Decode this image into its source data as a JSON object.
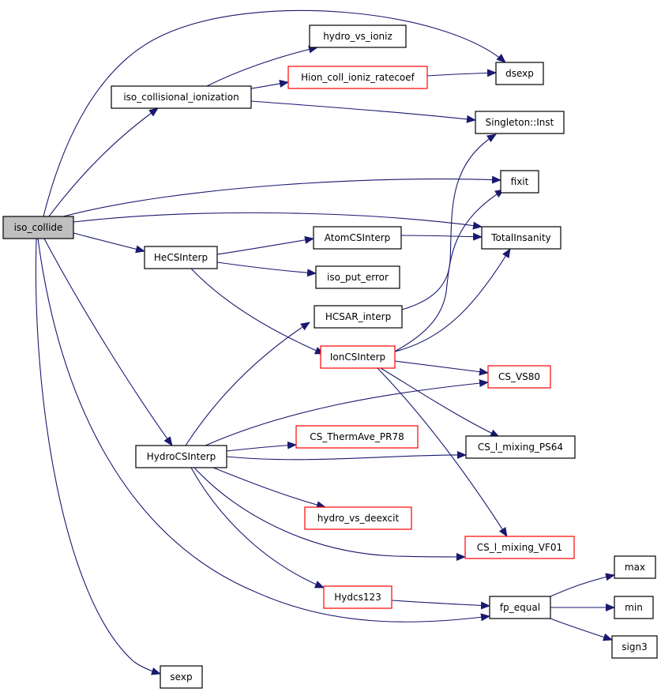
{
  "diagram": {
    "title": "",
    "colors": {
      "edge": "#191970",
      "node_fill_default": "#ffffff",
      "node_fill_root": "#bfbfbf",
      "node_border_default": "#000000",
      "node_border_highlight": "#ff0000"
    },
    "nodes": [
      {
        "id": "iso_collide",
        "label": "iso_collide",
        "style": "root"
      },
      {
        "id": "iso_collisional_ionization",
        "label": "iso_collisional_ionization",
        "style": "normal"
      },
      {
        "id": "hydro_vs_ioniz",
        "label": "hydro_vs_ioniz",
        "style": "normal"
      },
      {
        "id": "Hion_coll_ioniz_ratecoef",
        "label": "Hion_coll_ioniz_ratecoef",
        "style": "red"
      },
      {
        "id": "dsexp",
        "label": "dsexp",
        "style": "normal"
      },
      {
        "id": "Singleton_Inst",
        "label": "Singleton::Inst",
        "style": "normal"
      },
      {
        "id": "fixit",
        "label": "fixit",
        "style": "normal"
      },
      {
        "id": "TotalInsanity",
        "label": "TotalInsanity",
        "style": "normal"
      },
      {
        "id": "HeCSInterp",
        "label": "HeCSInterp",
        "style": "normal"
      },
      {
        "id": "AtomCSInterp",
        "label": "AtomCSInterp",
        "style": "normal"
      },
      {
        "id": "iso_put_error",
        "label": "iso_put_error",
        "style": "normal"
      },
      {
        "id": "HCSAR_interp",
        "label": "HCSAR_interp",
        "style": "normal"
      },
      {
        "id": "IonCSInterp",
        "label": "IonCSInterp",
        "style": "red"
      },
      {
        "id": "CS_VS80",
        "label": "CS_VS80",
        "style": "red"
      },
      {
        "id": "CS_ThermAve_PR78",
        "label": "CS_ThermAve_PR78",
        "style": "red"
      },
      {
        "id": "CS_l_mixing_PS64",
        "label": "CS_l_mixing_PS64",
        "style": "normal"
      },
      {
        "id": "HydroCSInterp",
        "label": "HydroCSInterp",
        "style": "normal"
      },
      {
        "id": "hydro_vs_deexcit",
        "label": "hydro_vs_deexcit",
        "style": "red"
      },
      {
        "id": "CS_l_mixing_VF01",
        "label": "CS_l_mixing_VF01",
        "style": "red"
      },
      {
        "id": "Hydcs123",
        "label": "Hydcs123",
        "style": "red"
      },
      {
        "id": "fp_equal",
        "label": "fp_equal",
        "style": "normal"
      },
      {
        "id": "max",
        "label": "max",
        "style": "normal"
      },
      {
        "id": "min",
        "label": "min",
        "style": "normal"
      },
      {
        "id": "sign3",
        "label": "sign3",
        "style": "normal"
      },
      {
        "id": "sexp",
        "label": "sexp",
        "style": "normal"
      }
    ],
    "edges": [
      {
        "from": "iso_collide",
        "to": "dsexp"
      },
      {
        "from": "iso_collide",
        "to": "iso_collisional_ionization"
      },
      {
        "from": "iso_collide",
        "to": "fixit"
      },
      {
        "from": "iso_collide",
        "to": "TotalInsanity"
      },
      {
        "from": "iso_collide",
        "to": "HeCSInterp"
      },
      {
        "from": "iso_collide",
        "to": "HydroCSInterp"
      },
      {
        "from": "iso_collide",
        "to": "fp_equal"
      },
      {
        "from": "iso_collide",
        "to": "sexp"
      },
      {
        "from": "iso_collisional_ionization",
        "to": "hydro_vs_ioniz"
      },
      {
        "from": "iso_collisional_ionization",
        "to": "Hion_coll_ioniz_ratecoef"
      },
      {
        "from": "iso_collisional_ionization",
        "to": "Singleton_Inst"
      },
      {
        "from": "Hion_coll_ioniz_ratecoef",
        "to": "dsexp"
      },
      {
        "from": "HeCSInterp",
        "to": "AtomCSInterp"
      },
      {
        "from": "HeCSInterp",
        "to": "iso_put_error"
      },
      {
        "from": "HeCSInterp",
        "to": "IonCSInterp"
      },
      {
        "from": "AtomCSInterp",
        "to": "TotalInsanity"
      },
      {
        "from": "HCSAR_interp",
        "to": "Singleton_Inst"
      },
      {
        "from": "IonCSInterp",
        "to": "fixit"
      },
      {
        "from": "IonCSInterp",
        "to": "TotalInsanity"
      },
      {
        "from": "IonCSInterp",
        "to": "CS_VS80"
      },
      {
        "from": "IonCSInterp",
        "to": "CS_l_mixing_PS64"
      },
      {
        "from": "IonCSInterp",
        "to": "CS_l_mixing_VF01"
      },
      {
        "from": "HydroCSInterp",
        "to": "HCSAR_interp"
      },
      {
        "from": "HydroCSInterp",
        "to": "CS_VS80"
      },
      {
        "from": "HydroCSInterp",
        "to": "CS_ThermAve_PR78"
      },
      {
        "from": "HydroCSInterp",
        "to": "CS_l_mixing_PS64"
      },
      {
        "from": "HydroCSInterp",
        "to": "hydro_vs_deexcit"
      },
      {
        "from": "HydroCSInterp",
        "to": "CS_l_mixing_VF01"
      },
      {
        "from": "HydroCSInterp",
        "to": "Hydcs123"
      },
      {
        "from": "Hydcs123",
        "to": "fp_equal"
      },
      {
        "from": "fp_equal",
        "to": "max"
      },
      {
        "from": "fp_equal",
        "to": "min"
      },
      {
        "from": "fp_equal",
        "to": "sign3"
      }
    ]
  }
}
